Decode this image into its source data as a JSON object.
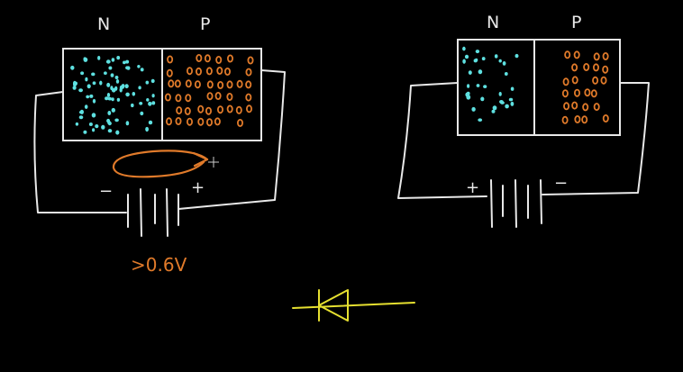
{
  "colors": {
    "background": "#000000",
    "chalk": "#e8e8e8",
    "n_carriers": "#5ee0e0",
    "p_carriers": "#e07a2a",
    "diode_symbol": "#e6e030"
  },
  "left_circuit": {
    "n_label": "N",
    "p_label": "P",
    "negative_sign": "−",
    "positive_sign": "+",
    "voltage_note": ">0.6V"
  },
  "right_circuit": {
    "n_label": "N",
    "p_label": "P",
    "positive_sign": "+",
    "negative_sign": "−"
  },
  "icons": {
    "cursor": "crosshair-cursor-icon",
    "diode": "diode-symbol-icon",
    "battery": "battery-icon"
  }
}
